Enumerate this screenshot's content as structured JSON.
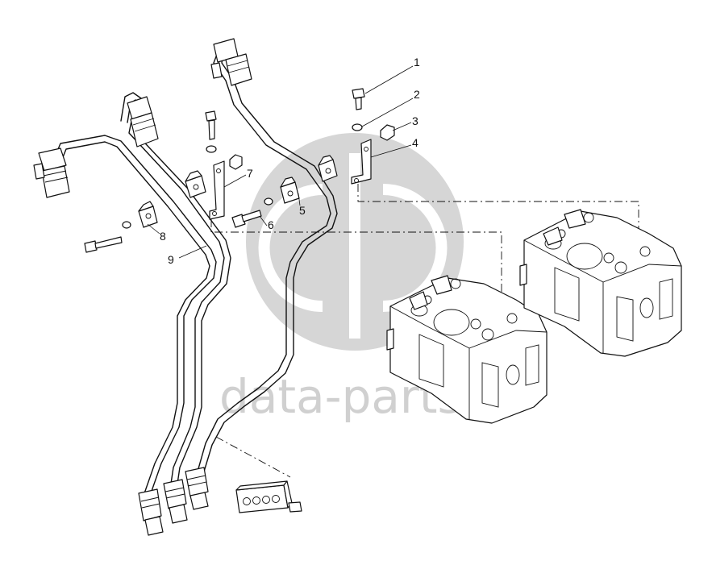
{
  "watermark": {
    "text": "data-parts",
    "color": "#d0d0d0"
  },
  "callouts": [
    {
      "id": "1",
      "label": "1"
    },
    {
      "id": "2",
      "label": "2"
    },
    {
      "id": "3",
      "label": "3"
    },
    {
      "id": "4",
      "label": "4"
    },
    {
      "id": "5",
      "label": "5"
    },
    {
      "id": "6",
      "label": "6"
    },
    {
      "id": "7",
      "label": "7"
    },
    {
      "id": "8",
      "label": "8"
    },
    {
      "id": "9",
      "label": "9"
    }
  ],
  "colors": {
    "line": "#111111",
    "background": "#ffffff"
  }
}
